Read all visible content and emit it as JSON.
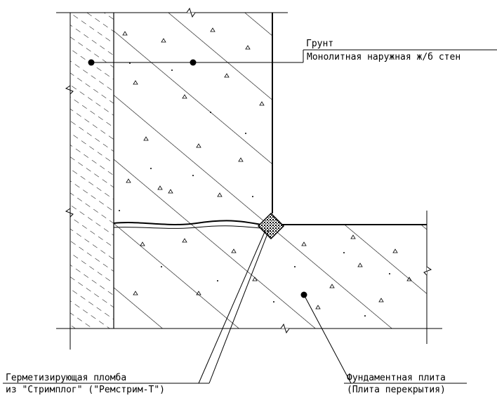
{
  "labels": {
    "soil": "Грунт",
    "wall": "Монолитная наружная ж/б стен",
    "seal_line1": "Герметизирующая пломба",
    "seal_line2": "из \"Стримплог\" (\"Ремстрим-Т\")",
    "slab_line1": "Фундаментная плита",
    "slab_line2": "(Плита перекрытия)"
  },
  "colors": {
    "line": "#000000",
    "background": "#ffffff"
  }
}
